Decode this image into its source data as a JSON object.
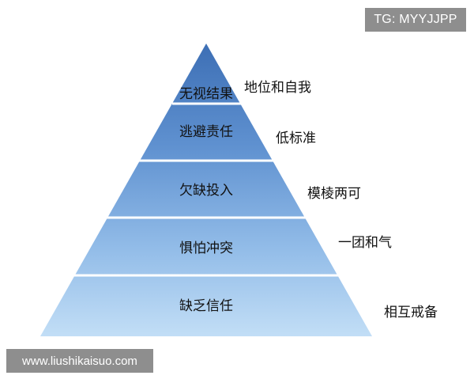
{
  "pyramid": {
    "layers": [
      {
        "label": "无视结果",
        "aside": "地位和自我"
      },
      {
        "label": "逃避责任",
        "aside": "低标准"
      },
      {
        "label": "欠缺投入",
        "aside": "模棱两可"
      },
      {
        "label": "惧怕冲突",
        "aside": "一团和气"
      },
      {
        "label": "缺乏信任",
        "aside": "相互戒备"
      }
    ]
  },
  "watermarks": {
    "tag": "TG: MYYJJPP",
    "site": "www.liushikaisuo.com"
  },
  "colors": {
    "top": "#3f73b8",
    "bottom": "#b9d8f4",
    "separator": "#ffffff"
  }
}
